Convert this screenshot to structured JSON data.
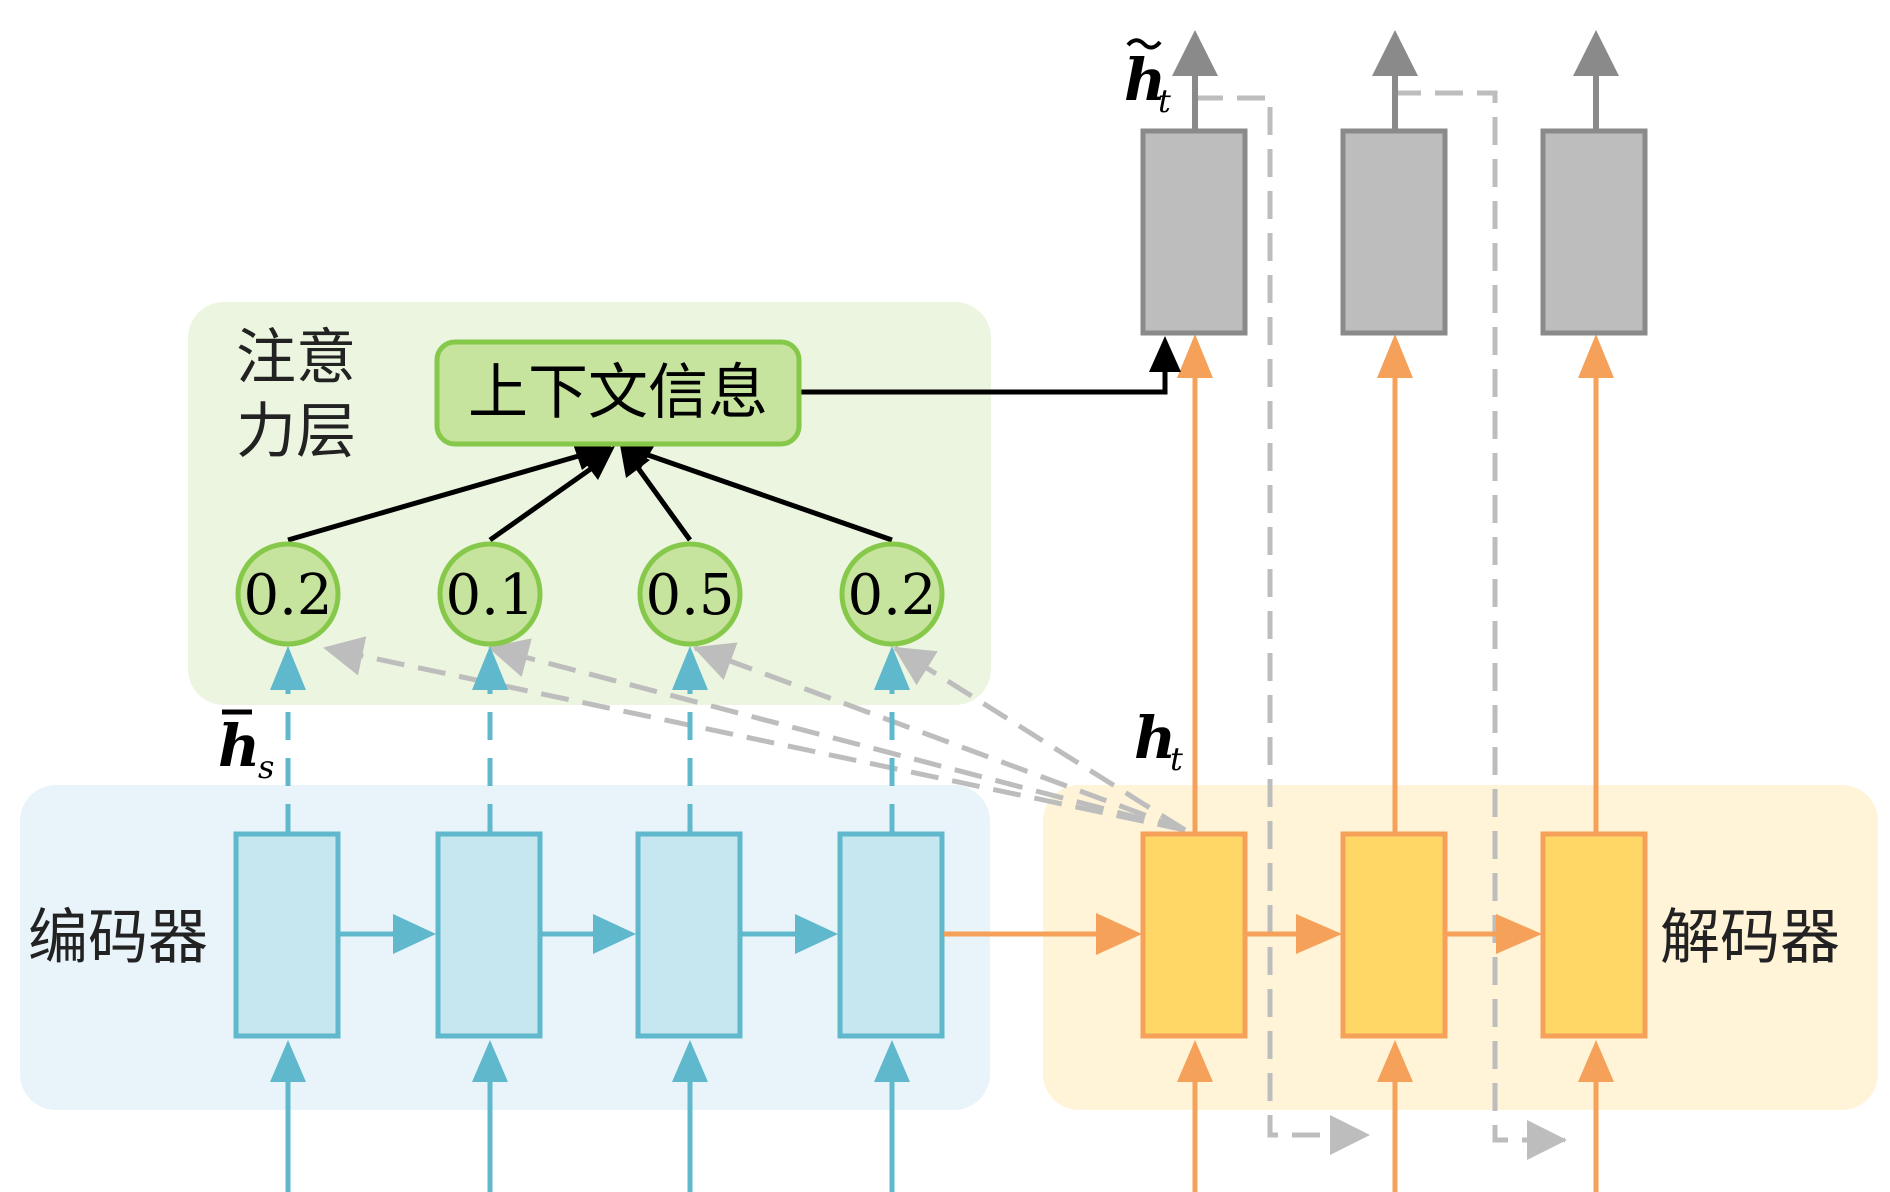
{
  "labels": {
    "attention_layer_line1": "注意",
    "attention_layer_line2": "力层",
    "context": "上下文信息",
    "encoder": "编码器",
    "decoder": "解码器"
  },
  "weights": [
    "0.2",
    "0.1",
    "0.5",
    "0.2"
  ],
  "math": {
    "h_tilde_base": "h",
    "h_tilde_sub": "t",
    "h_bar_base": "h",
    "h_bar_sub": "s",
    "h_t_base": "h",
    "h_t_sub": "t"
  },
  "colors": {
    "encoder_bg": "#e8f4fa",
    "encoder_box": "#c6e6f0",
    "encoder_stroke": "#5fb8cc",
    "decoder_bg": "#fff3d8",
    "decoder_box": "#ffd766",
    "decoder_stroke": "#f5a15a",
    "attention_bg": "#ebf5df",
    "attention_node": "#c6e49e",
    "attention_stroke": "#86c84a",
    "output_box": "#bdbdbd",
    "output_stroke": "#8a8a8a",
    "dashed": "#bdbdbd"
  }
}
